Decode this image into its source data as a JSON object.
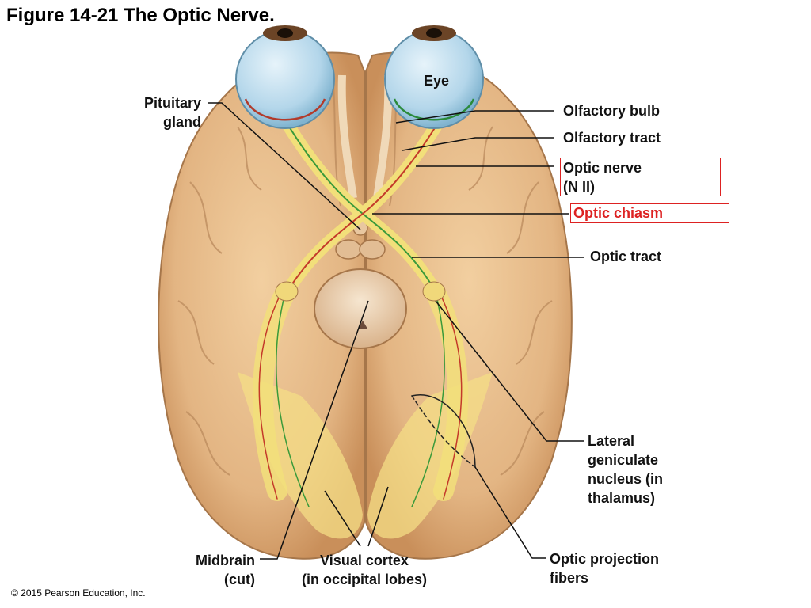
{
  "title": "Figure 14-21 The Optic Nerve.",
  "labels": {
    "eye": "Eye",
    "pituitary": [
      "Pituitary",
      "gland"
    ],
    "olfactory_bulb": "Olfactory bulb",
    "olfactory_tract": "Olfactory tract",
    "optic_nerve": [
      "Optic nerve",
      "(N II)"
    ],
    "optic_chiasm": "Optic chiasm",
    "optic_tract": "Optic tract",
    "lgn": [
      "Lateral",
      "geniculate",
      "nucleus (in",
      "thalamus)"
    ],
    "midbrain": [
      "Midbrain",
      "(cut)"
    ],
    "visual_cortex": [
      "Visual cortex",
      "(in occipital lobes)"
    ],
    "projection_fibers": [
      "Optic projection",
      "fibers"
    ]
  },
  "copyright": "© 2015 Pearson Education, Inc.",
  "colors": {
    "brain": "#e3b583",
    "brain_outline": "#a6764a",
    "eye": "#b9d9ea",
    "nerve_yellow": "#f2df7a",
    "nerve_green": "#3a9a3a",
    "nerve_red": "#c43a2a",
    "highlight_red": "#d22222"
  }
}
